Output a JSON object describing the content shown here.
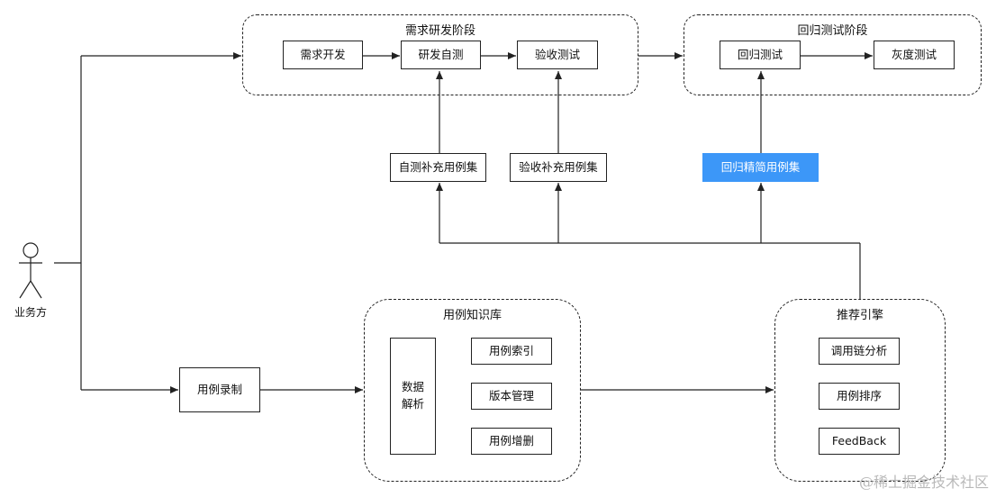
{
  "groups": {
    "requirement": {
      "title": "需求研发阶段"
    },
    "regression": {
      "title": "回归测试阶段"
    },
    "knowledge": {
      "title": "用例知识库"
    },
    "recommend": {
      "title": "推荐引擎"
    }
  },
  "nodes": {
    "req_dev": "需求开发",
    "self_test": "研发自测",
    "acceptance_test": "验收测试",
    "regression_test": "回归测试",
    "gray_test": "灰度测试",
    "self_test_cases": "自测补充用例集",
    "acceptance_cases": "验收补充用例集",
    "regression_cases": "回归精简用例集",
    "case_record": "用例录制",
    "data_parse": "数据\n解析",
    "case_index": "用例索引",
    "version_mgmt": "版本管理",
    "case_crud": "用例增删",
    "call_chain": "调用链分析",
    "case_sort": "用例排序",
    "feedback": "FeedBack"
  },
  "actor": {
    "label": "业务方"
  },
  "colors": {
    "highlight": "#3c97f8",
    "line": "#222222"
  },
  "watermark": "@稀土掘金技术社区"
}
